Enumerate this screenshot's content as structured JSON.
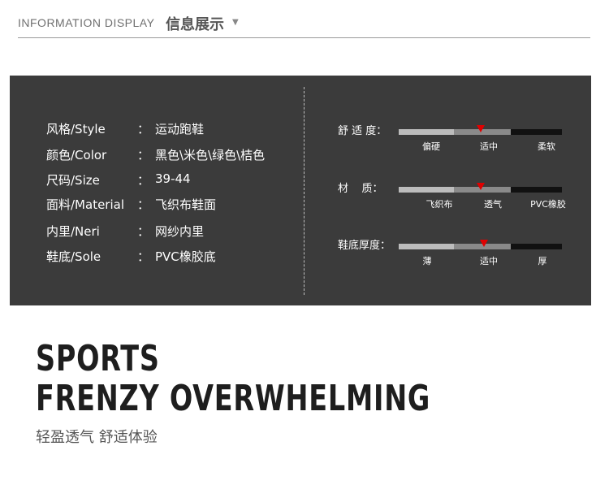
{
  "header": {
    "title_en": "INFORMATION DISPLAY",
    "title_cn": "信息展示",
    "caret": "▼"
  },
  "specs": [
    {
      "label": "风格/Style",
      "colon": "：",
      "value": "运动跑鞋"
    },
    {
      "label": "颜色/Color",
      "colon": "：",
      "value": "黑色\\米色\\绿色\\桔色"
    },
    {
      "label": "尺码/Size",
      "colon": "：",
      "value": "39-44"
    },
    {
      "label": "面料/Material",
      "colon": "：",
      "value": "飞织布鞋面"
    },
    {
      "label": "内里/Neri",
      "colon": "：",
      "value": "网纱内里"
    },
    {
      "label": "鞋底/Sole",
      "colon": "：",
      "value": "PVC橡胶底"
    }
  ],
  "scales": [
    {
      "label": "舒 适 度：",
      "ticks": [
        "偏硬",
        "适中",
        "柔软"
      ],
      "level": 0.5
    },
    {
      "label": "材    质：",
      "ticks": [
        "飞织布",
        "透气",
        "PVC橡胶"
      ],
      "level": 0.5
    },
    {
      "label": "鞋底厚度：",
      "ticks": [
        "薄",
        "适中",
        "厚"
      ],
      "level": 0.52
    }
  ],
  "colors": {
    "panel_bg": "#3b3b3b",
    "marker": "#e00000",
    "bar_light": "#bcbcbc",
    "bar_mid": "#8a8a8a",
    "bar_dark": "#111111"
  },
  "hero": {
    "line1": "SPORTS",
    "line2": "FRENZY OVERWHELMING",
    "slogan": "轻盈透气 舒适体验"
  }
}
